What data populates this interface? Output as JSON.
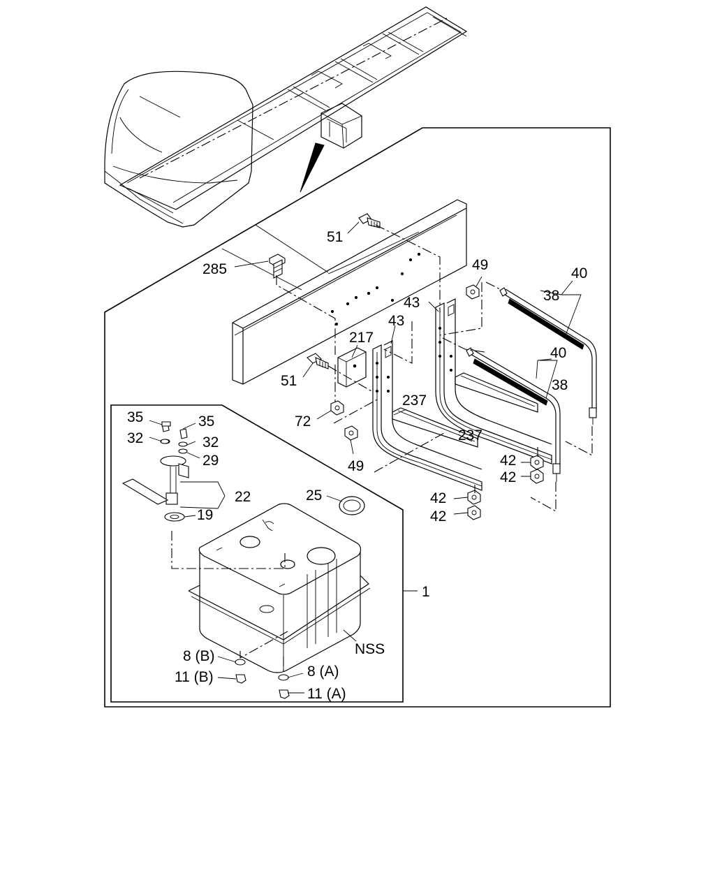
{
  "callouts": {
    "c51_top": "51",
    "c285": "285",
    "c49_top": "49",
    "c40_top": "40",
    "c38_top": "38",
    "c43_a": "43",
    "c43_b": "43",
    "c217": "217",
    "c51_mid": "51",
    "c40_mid": "40",
    "c38_mid": "38",
    "c237_a": "237",
    "c237_b": "237",
    "c72": "72",
    "c49_low": "49",
    "c42_a": "42",
    "c42_b": "42",
    "c42_c": "42",
    "c42_d": "42",
    "c35_a": "35",
    "c35_b": "35",
    "c32_a": "32",
    "c32_b": "32",
    "c29": "29",
    "c22": "22",
    "c19": "19",
    "c25": "25",
    "c1": "1",
    "cNSS": "NSS",
    "c8B": "8 (B)",
    "c11B": "11 (B)",
    "c8A": "8 (A)",
    "c11A": "11 (A)"
  }
}
